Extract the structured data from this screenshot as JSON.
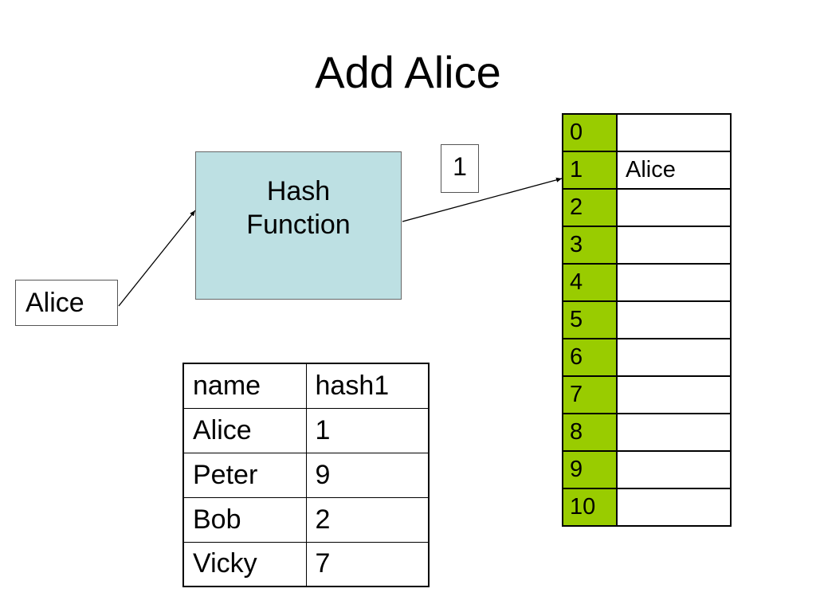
{
  "title": "Add Alice",
  "input_label": "Alice",
  "hash_function": {
    "line1": "Hash",
    "line2": "Function"
  },
  "hash_output": "1",
  "hash_table": {
    "rows": [
      {
        "index": "0",
        "value": ""
      },
      {
        "index": "1",
        "value": "Alice"
      },
      {
        "index": "2",
        "value": ""
      },
      {
        "index": "3",
        "value": ""
      },
      {
        "index": "4",
        "value": ""
      },
      {
        "index": "5",
        "value": ""
      },
      {
        "index": "6",
        "value": ""
      },
      {
        "index": "7",
        "value": ""
      },
      {
        "index": "8",
        "value": ""
      },
      {
        "index": "9",
        "value": ""
      },
      {
        "index": "10",
        "value": ""
      }
    ],
    "index_color": "#99cc00"
  },
  "lookup_table": {
    "headers": [
      "name",
      "hash1"
    ],
    "rows": [
      [
        "Alice",
        "1"
      ],
      [
        "Peter",
        "9"
      ],
      [
        "Bob",
        "2"
      ],
      [
        "Vicky",
        "7"
      ]
    ]
  },
  "colors": {
    "hash_box": "#bde0e3",
    "index_column": "#99cc00"
  }
}
